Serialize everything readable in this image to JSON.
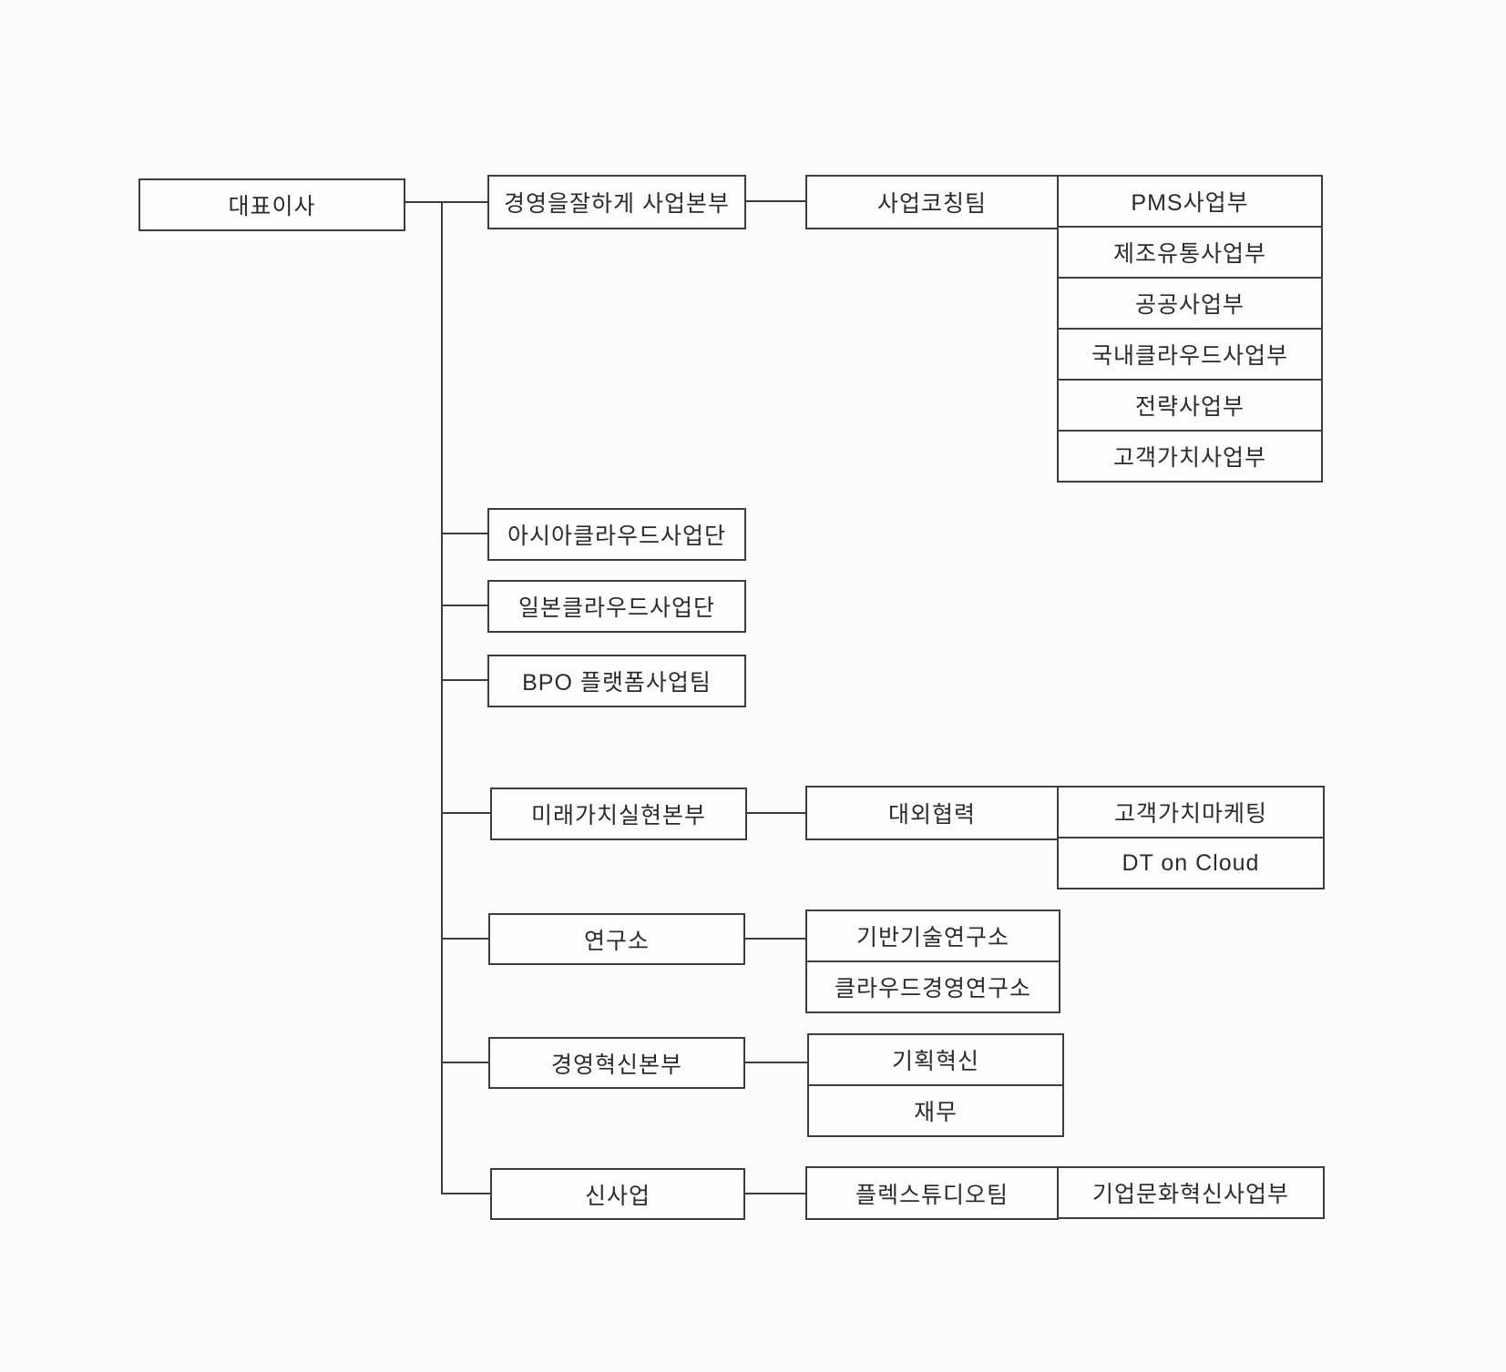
{
  "page": {
    "background": "#fcfcfa",
    "box_border_color": "#3d3d3d",
    "text_color": "#2b2b2b"
  },
  "org": {
    "root": {
      "label": "대표이사"
    },
    "branches": [
      {
        "label": "경영을잘하게 사업본부",
        "child": {
          "label": "사업코칭팀"
        },
        "departments": [
          "PMS사업부",
          "제조유통사업부",
          "공공사업부",
          "국내클라우드사업부",
          "전략사업부",
          "고객가치사업부"
        ]
      },
      {
        "label": "아시아클라우드사업단"
      },
      {
        "label": "일본클라우드사업단"
      },
      {
        "label": "BPO 플랫폼사업팀"
      },
      {
        "label": "미래가치실현본부",
        "child": {
          "label": "대외협력"
        },
        "departments": [
          "고객가치마케팅",
          "DT on Cloud"
        ]
      },
      {
        "label": "연구소",
        "departments": [
          "기반기술연구소",
          "클라우드경영연구소"
        ]
      },
      {
        "label": "경영혁신본부",
        "departments": [
          "기획혁신",
          "재무"
        ]
      },
      {
        "label": "신사업",
        "child": {
          "label": "플렉스튜디오팀"
        },
        "departments": [
          "기업문화혁신사업부"
        ]
      }
    ]
  }
}
